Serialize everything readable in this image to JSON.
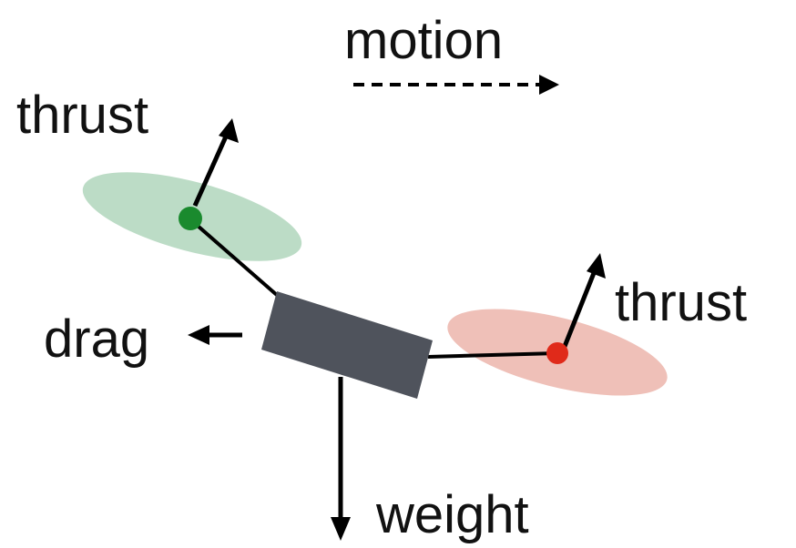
{
  "labels": {
    "motion": "motion",
    "thrust_left": "thrust",
    "thrust_right": "thrust",
    "drag": "drag",
    "weight": "weight"
  },
  "colors": {
    "left_rotor_disk": "#8fc4a0",
    "left_rotor_hub": "#1a8a2e",
    "right_rotor_disk": "#e8a59a",
    "right_rotor_hub": "#e02a1a",
    "body": "#4f535c",
    "arrows": "#000000"
  },
  "icons": {
    "motion_arrow": "dashed-right-arrow",
    "thrust_arrows": "solid-arrow",
    "drag_arrow": "left-arrow",
    "weight_arrow": "down-arrow"
  }
}
